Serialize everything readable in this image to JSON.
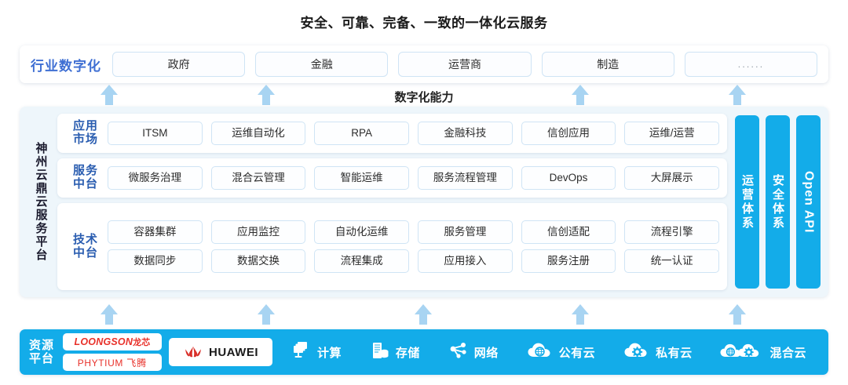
{
  "title": "安全、可靠、完备、一致的一体化云服务",
  "capability_label": "数字化能力",
  "colors": {
    "brand_blue": "#13ACE9",
    "arrow_blue": "#a8d4f2",
    "label_blue": "#2a5db0",
    "industry_label_blue": "#3f6fd3",
    "panel_bg": "#eef6fb",
    "pill_border": "#cfe4f5",
    "logo_red": "#e8312a"
  },
  "industry": {
    "label": "行业数字化",
    "items": [
      {
        "label": "政府"
      },
      {
        "label": "金融"
      },
      {
        "label": "运营商"
      },
      {
        "label": "制造"
      },
      {
        "label": "......"
      }
    ]
  },
  "platform": {
    "side_label": "神州云鼎云服务平台",
    "tiers": [
      {
        "key": "app-market",
        "label": "应用\n市场",
        "label_lines": [
          "应用",
          "市场"
        ],
        "rows": [
          [
            "ITSM",
            "运维自动化",
            "RPA",
            "金融科技",
            "信创应用",
            "运维/运营"
          ]
        ]
      },
      {
        "key": "service-platform",
        "label": "服务\n中台",
        "label_lines": [
          "服务",
          "中台"
        ],
        "rows": [
          [
            "微服务治理",
            "混合云管理",
            "智能运维",
            "服务流程管理",
            "DevOps",
            "大屏展示"
          ]
        ]
      },
      {
        "key": "tech-platform",
        "label": "技术\n中台",
        "label_lines": [
          "技术",
          "中台"
        ],
        "rows": [
          [
            "容器集群",
            "应用监控",
            "自动化运维",
            "服务管理",
            "信创适配",
            "流程引擎"
          ],
          [
            "数据同步",
            "数据交换",
            "流程集成",
            "应用接入",
            "服务注册",
            "统一认证"
          ]
        ]
      }
    ],
    "vertical_bars": [
      {
        "label": "运营体系",
        "latin": false
      },
      {
        "label": "安全体系",
        "latin": false
      },
      {
        "label": "Open API",
        "latin": true
      }
    ]
  },
  "resource": {
    "label_lines": [
      "资源",
      "平台"
    ],
    "logos": [
      {
        "name": "loongson",
        "text": "LOONGSON",
        "cn": "龙芯"
      },
      {
        "name": "phytium",
        "text": "PHYTIUM",
        "cn": "飞腾"
      },
      {
        "name": "huawei",
        "text": "HUAWEI"
      }
    ],
    "items": [
      {
        "icon": "compute-icon",
        "label": "计算"
      },
      {
        "icon": "storage-icon",
        "label": "存储"
      },
      {
        "icon": "network-icon",
        "label": "网络"
      },
      {
        "icon": "public-cloud-icon",
        "label": "公有云"
      },
      {
        "icon": "private-cloud-icon",
        "label": "私有云"
      },
      {
        "icon": "hybrid-cloud-icon",
        "label": "混合云"
      }
    ]
  },
  "arrows": {
    "upper_count": 4,
    "lower_count": 5,
    "upper_x": [
      128,
      328,
      728,
      928
    ],
    "lower_x": [
      128,
      328,
      528,
      728,
      928
    ]
  }
}
